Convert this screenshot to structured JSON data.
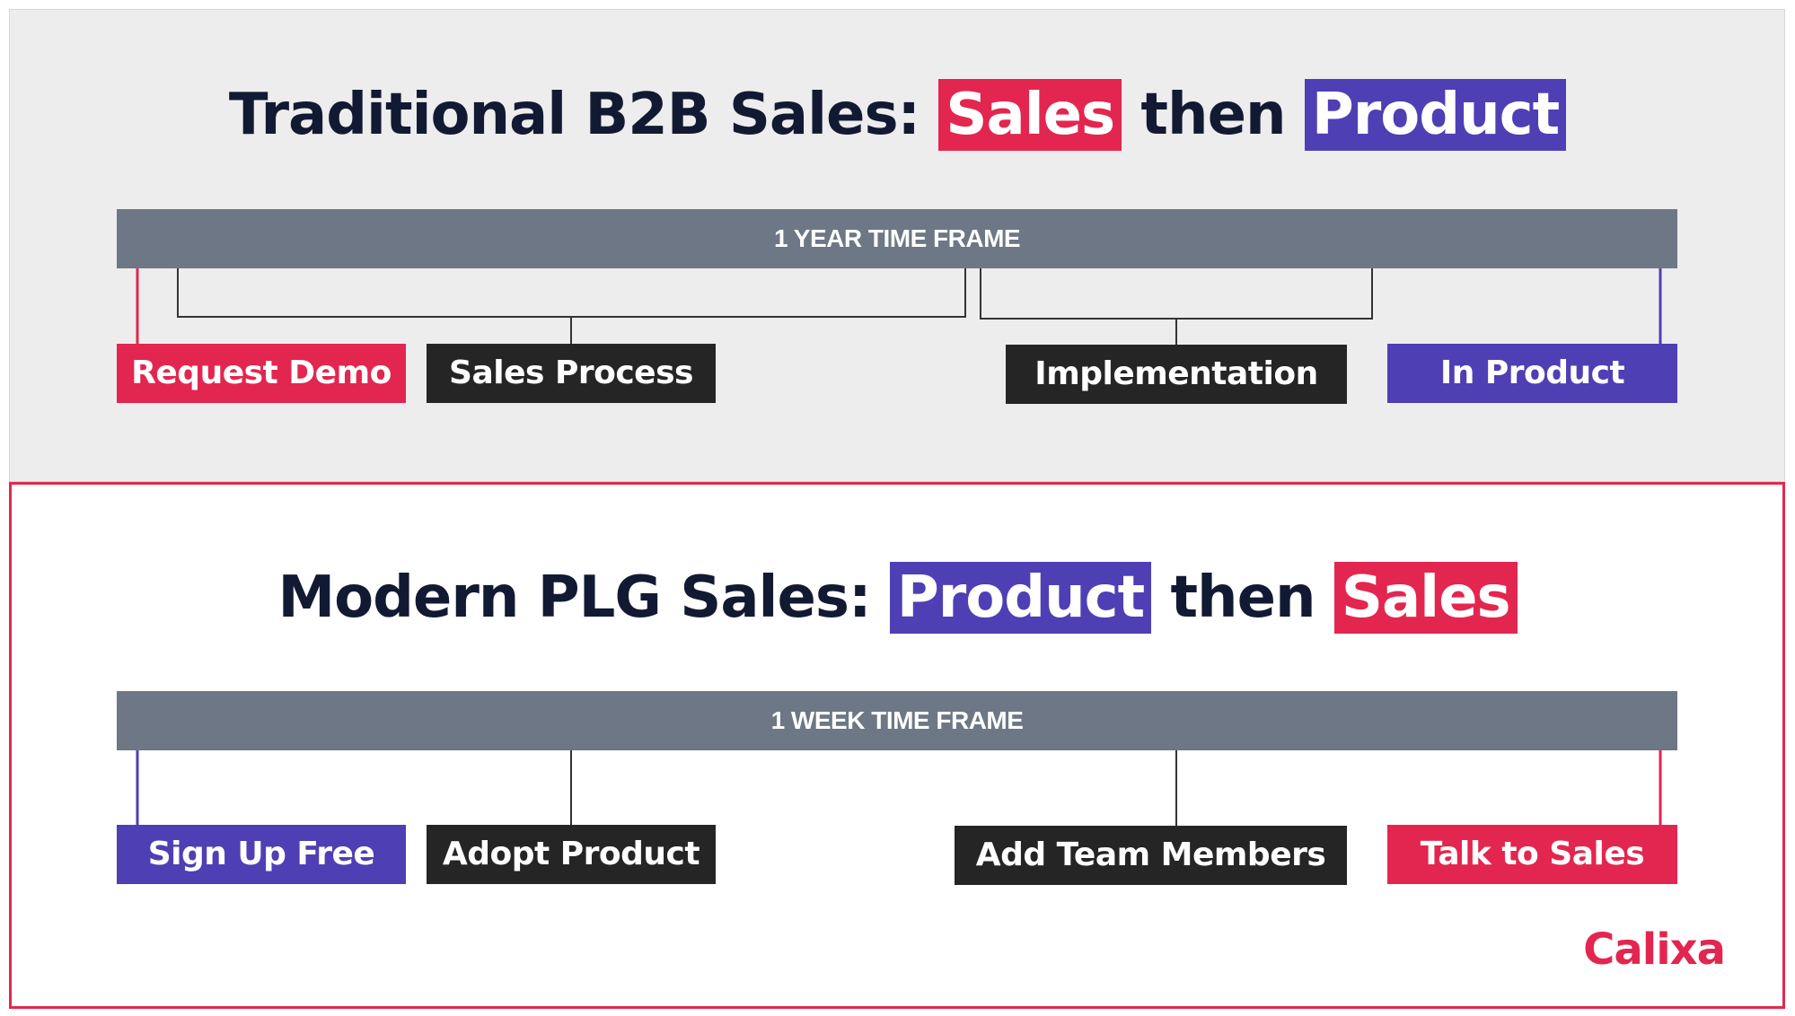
{
  "top": {
    "title": {
      "prefix": "Traditional B2B Sales: ",
      "first": "Sales",
      "middle": " then ",
      "second": "Product"
    },
    "timeframe": "1 YEAR TIME FRAME",
    "steps": [
      "Request Demo",
      "Sales Process",
      "Implementation",
      "In Product"
    ]
  },
  "bottom": {
    "title": {
      "prefix": "Modern PLG Sales: ",
      "first": "Product",
      "middle": " then ",
      "second": "Sales"
    },
    "timeframe": "1 WEEK TIME FRAME",
    "steps": [
      "Sign Up Free",
      "Adopt Product",
      "Add Team Members",
      "Talk to Sales"
    ]
  },
  "brand": "Calixa",
  "colors": {
    "sales_red": "#e3264f",
    "product_purple": "#4f3fb4",
    "neutral_dark": "#252525",
    "timeframe_gray": "#6d7786",
    "title_navy": "#121a33"
  }
}
